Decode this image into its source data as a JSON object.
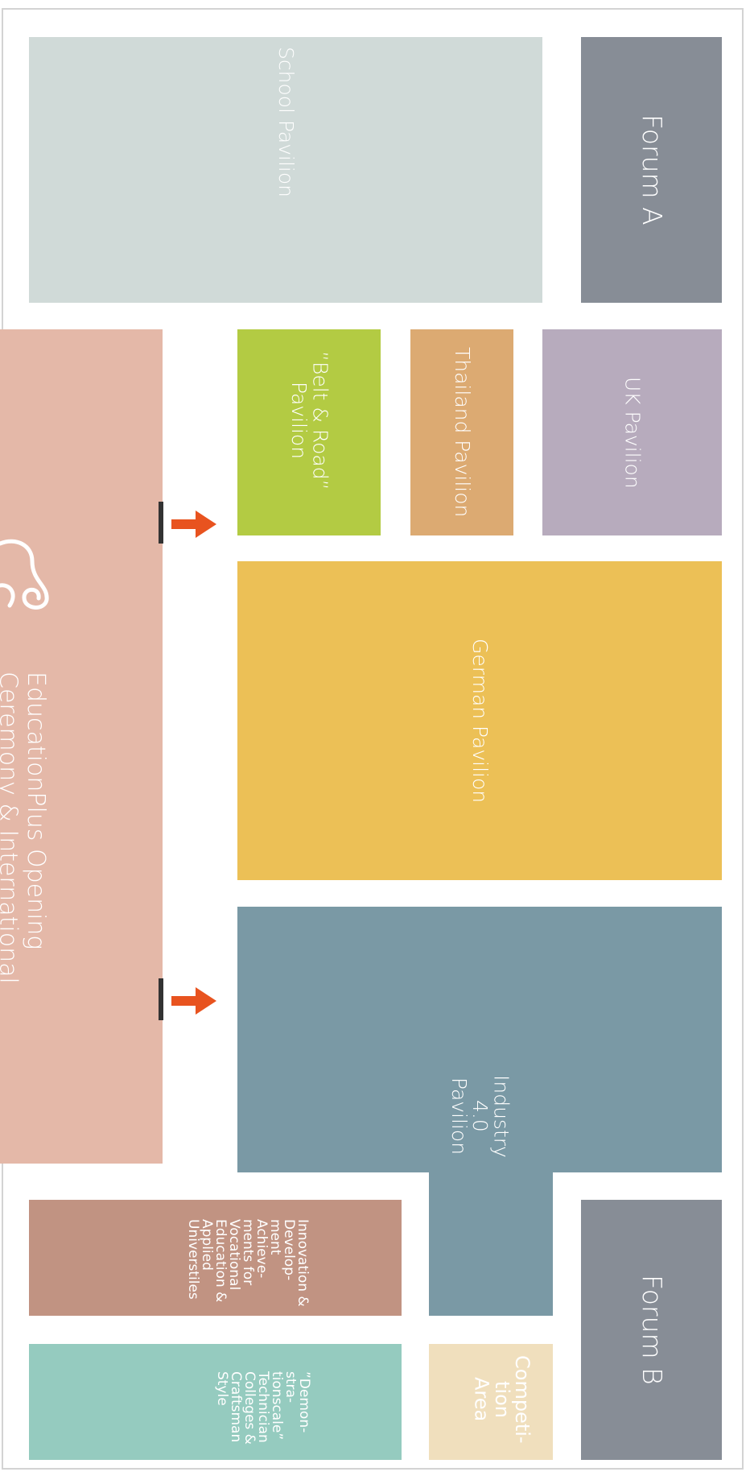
{
  "colors": {
    "school": "#d0dad8",
    "forum": "#878d96",
    "uk": "#b7abbd",
    "thailand": "#dcaa72",
    "belt_road": "#b3cb43",
    "german": "#ecc056",
    "industry": "#7a99a5",
    "ceremony": "#e4b8a8",
    "innovation": "#c19382",
    "demo": "#95cbbf",
    "competition": "#f0dfbd",
    "arrow": "#e8531f"
  },
  "zones": {
    "forum_a": "Forum A",
    "forum_b": "Forum B",
    "school_pavilion": "School Pavilion",
    "uk_pavilion": "UK Pavilion",
    "thailand_pavilion": "Thailand Pavilion",
    "belt_road_pavilion": "”Belt & Road”\nPavilion",
    "german_pavilion": "German Pavilion",
    "industry_pavilion": "Industry 4.0 Pavilion",
    "ceremony": "EducationPlus Opening\nCeremony & International",
    "innovation": "Innovation &\nDevelop-\nment\nAchieve-\nments for\nVocational\nEducation &\nApplied\nUniverstiles",
    "demo": "”Demon-\nstra-\ntionscale”\nTechnician\nColleges &\nCraftsman\nStyle",
    "competition": "Competi-\ntion\nArea"
  },
  "icons": {
    "ceremony_icon": "knot-icon",
    "entry_arrow": "arrow-right-icon"
  }
}
